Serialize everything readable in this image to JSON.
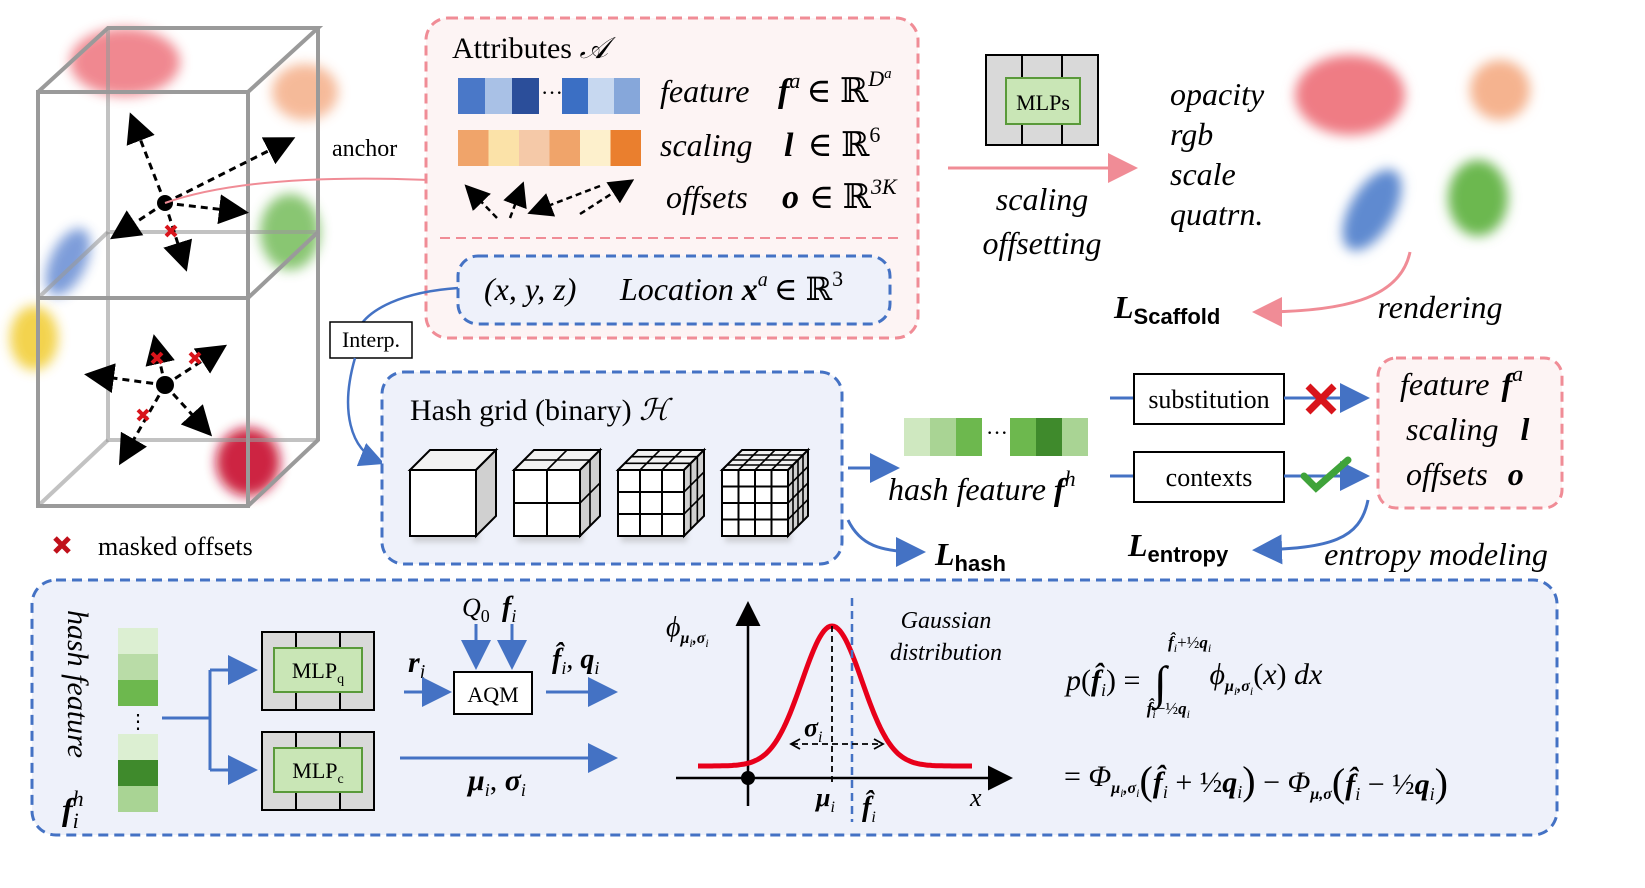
{
  "left_panel": {
    "anchor_label": "anchor",
    "masked_offsets_label": "masked offsets"
  },
  "attributes": {
    "title": "Attributes",
    "title_symbol": "𝒜",
    "feature_name": "feature",
    "feature_symbol": "f",
    "feature_sup": "a",
    "feature_space": "∈ ℝ",
    "feature_dim": "D",
    "feature_dim_sup": "a",
    "scaling_name": "scaling",
    "scaling_symbol": "l",
    "scaling_space": "∈ ℝ",
    "scaling_dim": "6",
    "offsets_name": "offsets",
    "offsets_symbol": "o",
    "offsets_space": "∈ ℝ",
    "offsets_dim": "3K",
    "feature_colors": [
      "#4a78c8",
      "#a9c1e6",
      "#2b4e9a",
      "#3b6fc4",
      "#c7d8f0",
      "#86a7da"
    ],
    "scaling_colors": [
      "#f0a46a",
      "#fbe2a8",
      "#f5c9a8",
      "#f0a46a",
      "#fdf0cc",
      "#ea7f2e"
    ],
    "ellipsis": "···"
  },
  "location": {
    "coords": "(x, y, z)",
    "label": "Location",
    "symbol": "x",
    "sup": "a",
    "space": "∈ ℝ",
    "dim": "3"
  },
  "top_right": {
    "mlps_label": "MLPs",
    "process_line1": "scaling",
    "process_line2": "offsetting",
    "outputs": [
      "opacity",
      "rgb",
      "scale",
      "quatrn."
    ],
    "rendering_label": "rendering",
    "loss_scaffold": "L",
    "loss_scaffold_sub": "Scaffold"
  },
  "interp_label": "Interp.",
  "hash_grid": {
    "title": "Hash grid (binary)",
    "symbol": "ℋ"
  },
  "hash_feature": {
    "label": "hash feature",
    "symbol": "f",
    "sup": "h",
    "colors": [
      "#cfe8c0",
      "#a9d494",
      "#6db84e",
      "#6db84e",
      "#3f8a2c",
      "#a9d494"
    ],
    "ellipsis": "···",
    "loss_hash": "L",
    "loss_hash_sub": "hash"
  },
  "right_mid": {
    "substitution": "substitution",
    "contexts": "contexts",
    "cross_color": "#d9141b",
    "check_color": "#3fa33a",
    "box_feature": "feature",
    "box_feature_sym": "f",
    "box_feature_sup": "a",
    "box_scaling": "scaling",
    "box_scaling_sym": "l",
    "box_offsets": "offsets",
    "box_offsets_sym": "o",
    "loss_entropy": "L",
    "loss_entropy_sub": "entropy",
    "entropy_modeling": "entropy modeling"
  },
  "bottom": {
    "hash_feature_label": "hash feature",
    "hash_feature_sym": "f",
    "hash_feature_sub": "i",
    "hash_feature_sup": "h",
    "column_colors": [
      "#dcefd2",
      "#b9dca7",
      "#6db84e",
      "#dcefd2",
      "#3f8a2c",
      "#a9d494"
    ],
    "mlp_q": "MLP",
    "mlp_q_sub": "q",
    "mlp_c": "MLP",
    "mlp_c_sub": "c",
    "r_i": "r",
    "q0": "Q",
    "q0_sub": "0",
    "f_i": "f",
    "aqm": "AQM",
    "fhat_q": "f̂",
    "q_sym": "q",
    "mu_sigma": "μ",
    "sigma": "σ",
    "phi_label": "ϕ",
    "gaussian_line1": "Gaussian",
    "gaussian_line2": "distribution",
    "x_axis": "x",
    "formula_p": "p(f̂",
    "formula_eq1": "Φ",
    "accent_blue": "#4472c4",
    "accent_red": "#e8001a",
    "accent_pink": "#f08c96"
  }
}
